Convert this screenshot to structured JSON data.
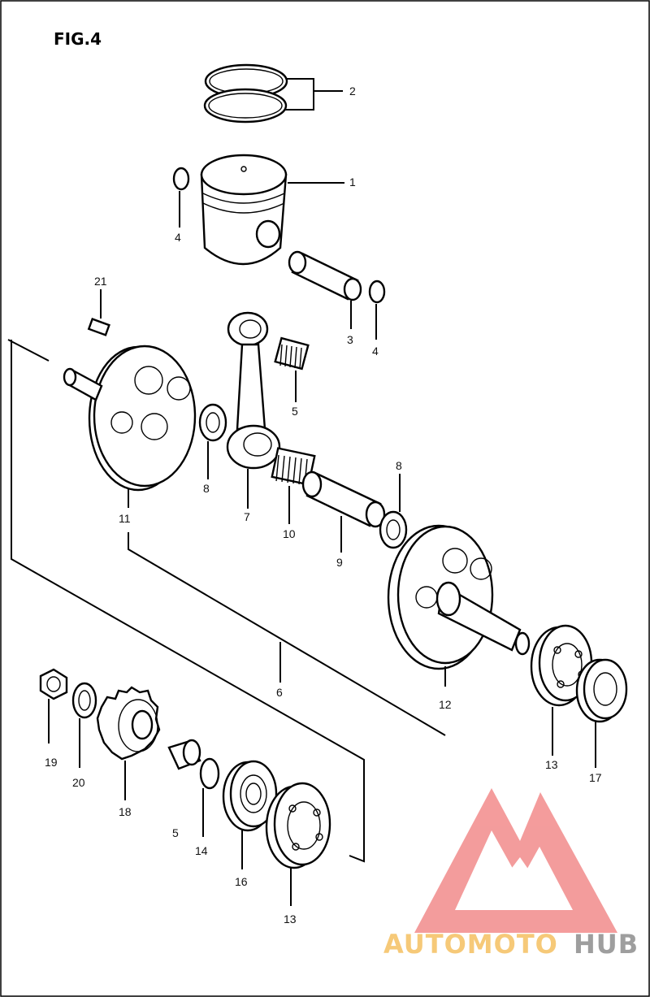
{
  "figure": {
    "title": "FIG.4"
  },
  "callouts": {
    "c1": "1",
    "c2": "2",
    "c3": "3",
    "c4a": "4",
    "c4b": "4",
    "c5a": "5",
    "c5b": "5",
    "c6": "6",
    "c7": "7",
    "c8a": "8",
    "c8b": "8",
    "c9": "9",
    "c10": "10",
    "c11": "11",
    "c12": "12",
    "c13a": "13",
    "c13b": "13",
    "c14": "14",
    "c16": "16",
    "c17": "17",
    "c18": "18",
    "c19": "19",
    "c20": "20",
    "c21": "21"
  },
  "watermark": {
    "brand_part1": "AUTOMOTO",
    "brand_part2": "HUB",
    "logo_color": "#f28b8b",
    "part1_color": "#f6c978",
    "part2_color": "#9e9e9e"
  },
  "colors": {
    "background": "#ffffff",
    "ink": "#000000"
  }
}
